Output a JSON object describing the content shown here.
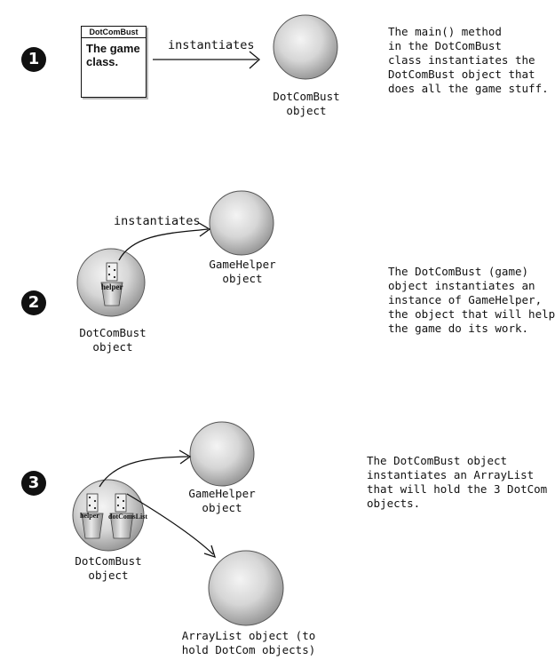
{
  "step1": {
    "number": "1",
    "class_box": {
      "header": "DotComBust",
      "body": "The game\nclass."
    },
    "arrow_label": "instantiates",
    "object_label": "DotComBust\nobject",
    "description": "The main() method\nin the DotComBust\nclass instantiates the\nDotComBust object that\ndoes all the game stuff."
  },
  "step2": {
    "number": "2",
    "arrow_label": "instantiates",
    "cup_label": "helper",
    "helper_label": "GameHelper\nobject",
    "main_label": "DotComBust\nobject",
    "description": "The DotComBust (game)\nobject instantiates an\ninstance of GameHelper,\nthe object that will help\nthe game do its work."
  },
  "step3": {
    "number": "3",
    "cup_labels": [
      "helper",
      "dotComsList"
    ],
    "helper_label": "GameHelper\nobject",
    "main_label": "DotComBust\nobject",
    "list_label": "ArrayList object (to\nhold DotCom objects)",
    "description": "The DotComBust object\ninstantiates an ArrayList\nthat will hold the 3 DotCom\nobjects."
  }
}
